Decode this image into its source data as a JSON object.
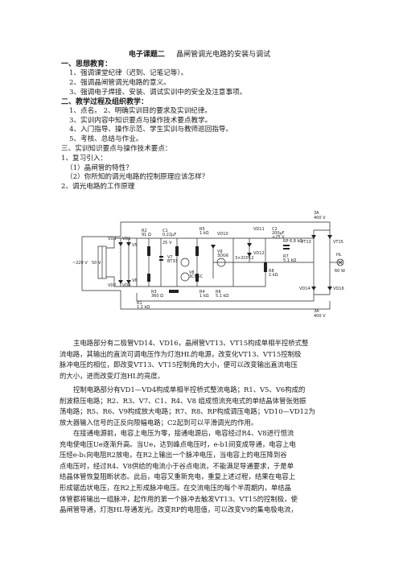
{
  "title": {
    "course": "电子课题二",
    "topic": "晶闸管调光电路的安装与调试"
  },
  "sections": [
    {
      "label": "一、思想教育：",
      "bold": true
    },
    {
      "label": "1、强调课堂纪律（迟到、记笔记等）。"
    },
    {
      "label": "2、强调晶闸管调光电路的意义。"
    },
    {
      "label": "3、强调电子焊接、安装、调试实训中的安全及注意事项。"
    },
    {
      "label": "二、教学过程及组织教学：",
      "bold": true
    },
    {
      "label": "1、点名。    2、明确实训目的要求及实训纪律。"
    },
    {
      "label": "3、实训内容中知识要点与操作技术要点教学。"
    },
    {
      "label": "4、入门指导、操作示范、学生实训与教师巡回指导。"
    },
    {
      "label": "5、考核、总结与作业。"
    },
    {
      "label": "三、实训知识要点与操作技术要点："
    },
    {
      "label": "1、复习引入："
    },
    {
      "label": "（1）晶闸管的特性？"
    },
    {
      "label": "（2）你所知的调光电路的控制原理应该怎样？"
    },
    {
      "label": "2、调光电路的工作原理"
    }
  ],
  "circuit": {
    "labels": {
      "fuse_top": "3A",
      "fuse_top_v": "400 V",
      "fuse_bot": "3A",
      "fuse_bot_v": "400 V",
      "mains": "~220 V",
      "tr_v": "50 V",
      "vd3": "VD3",
      "vd1": "VD1",
      "vd2": "VD2",
      "vd4": "VD4",
      "v5": "V5",
      "v6": "V6",
      "r2": "R2",
      "r2v": "91 Ω",
      "r3": "R3",
      "r3v": "360 Ω",
      "r1": "R1",
      "r1v": "1.2 kΩ",
      "c1": "C1",
      "c1v": "0.22μF",
      "c1u": "25 V",
      "r4": "R4",
      "r4v": "1 kΩ",
      "r5": "R5",
      "r5v": "1 kΩ",
      "v7": "V7",
      "v7t": "BT33",
      "v9": "V9",
      "v9t": "3DG6",
      "v8": "V8",
      "v8t": "3CG5C",
      "r6": "R6",
      "r6v": "5.1 kΩ",
      "vd10": "VD10",
      "vd11": "VD11",
      "vd12": "VD12",
      "zener": "3×2CP12",
      "c2": "C2",
      "c2v": "200μF",
      "c2u": "+25 V",
      "rp": "RP",
      "rpv": "6.8 kΩ",
      "r7": "R7",
      "r7v": "5.1 kΩ",
      "r8": "R8",
      "r8v": "1 kΩ",
      "vt13": "VT13",
      "vt15": "VT15",
      "vd14": "VD14",
      "vd16": "VD16",
      "hl": "HL",
      "hlv": "60 W"
    }
  },
  "paragraphs": [
    {
      "lines": [
        "主电路部分有二极管VD14、VD16，晶闸管VT13、VT15构成单相半控桥式整",
        "流电路，其输出的直流可调电压作为灯泡HL的电源，改变化VT13、VT15控制极",
        "脉冲电压的相位，即改变VT13、VT15控制角的大小，便可以改变输出直流电压",
        "的大小，进而改变灯泡HL的亮度。"
      ]
    },
    {
      "lines": [
        "控制电路部分有VD1—VD4构成单相半控桥式整流电路；R1、V5、V6构成的",
        "削波稳压电路；R2、R3、V7、C1、R4、V8 组成恒流充电式的单结晶体管张弛振",
        "荡电路；R5、R6、V9构成放大电路；R7、R8、RP构成调压电路；VD10—VD12为",
        "放大器输入信号的正反向限幅电路；C2起到可以平滑调光的作用。"
      ]
    },
    {
      "lines": [
        "在接通电源前，电容上电压为零，接通电源后，电容经过R4、V8进行恒流",
        "充电使电压Ue逐渐升高。当Ue，达到峰点电压时，e-b1间变成导通，电容上电",
        "压经e-b₁向电阻R2放电，在R2上输出一个脉冲电压，当电容上的电压降到谷",
        "点电压时，经过R4、V8供给的电流小于谷点电流，不能满足导通要求，于是单",
        "结晶体管恢复阻断状态。此后，电容又重新充电，重复上述过程，结果在电容上",
        "形成锯齿状电压，在R2上形成脉冲电压。在交流电压的每个半周期内，单结晶",
        "体管都将输出一组脉冲，起作用的第一个脉冲去触发VT13、VT15的控制极，使",
        "晶闸管导通，灯泡HL导通发光。改变RP的电阻值，可以改变V9的集电极电流，"
      ]
    }
  ]
}
